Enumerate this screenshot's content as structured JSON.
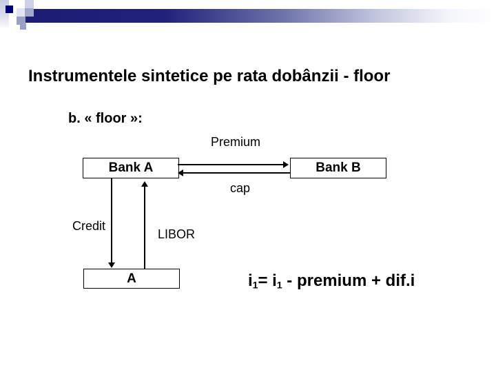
{
  "slide": {
    "title": "Instrumentele sintetice pe rata dobânzii - floor",
    "section_label": "b. « floor »:",
    "colors": {
      "background": "#ffffff",
      "text": "#000000",
      "header_navy": "#000079",
      "header_bar_dark": "#1c1c75",
      "header_square_medium": "#9aa0c8",
      "header_square_light": "#cdd1e6"
    },
    "diagram": {
      "premium_label": "Premium",
      "cap_label": "cap",
      "credit_label": "Credit",
      "libor_label": "LIBOR",
      "bank_a_label": "Bank A",
      "bank_b_label": "Bank B",
      "box_a_label": "A",
      "formula": {
        "p1": "i",
        "s1": "1",
        "p2": "= i",
        "s2": "1",
        "p3": " - premium + dif.i"
      }
    }
  }
}
